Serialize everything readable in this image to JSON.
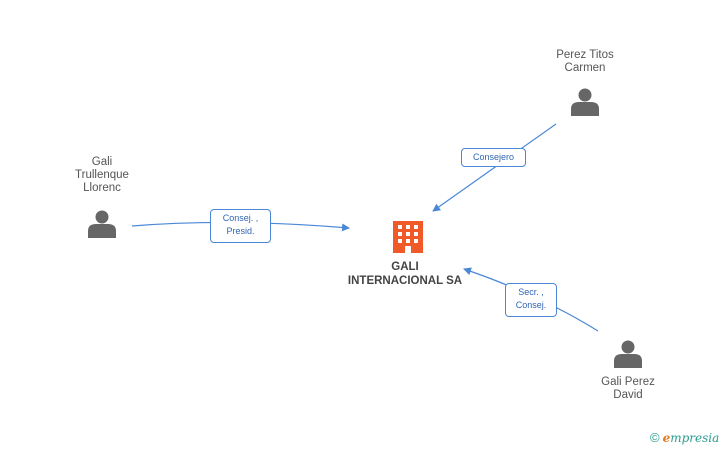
{
  "nodes": {
    "person_left": {
      "label": "Gali\nTrullenque\nLlorenc",
      "icon": "person-icon"
    },
    "person_top_right": {
      "label": "Perez Titos\nCarmen",
      "icon": "person-icon"
    },
    "person_bottom_right": {
      "label": "Gali Perez\nDavid",
      "icon": "person-icon"
    },
    "company": {
      "label": "GALI\nINTERNACIONAL SA",
      "icon": "building-icon"
    }
  },
  "edges": {
    "left_to_company": {
      "label": "Consej. ,\nPresid."
    },
    "top_right_to_company": {
      "label": "Consejero"
    },
    "bottom_right_to_company": {
      "label": "Secr. ,\nConsej."
    }
  },
  "colors": {
    "person_icon": "#666666",
    "company_icon": "#f05a28",
    "edge": "#4a87d6"
  },
  "brand": {
    "copyright": "©",
    "first": "e",
    "rest": "mpresia"
  }
}
